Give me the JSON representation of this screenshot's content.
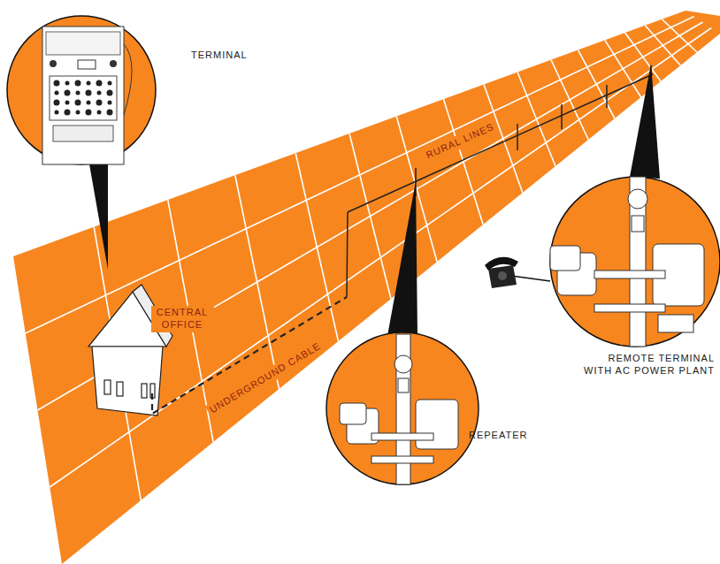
{
  "diagram": {
    "labels": [
      "TERMINAL",
      "CENTRAL OFFICE",
      "UNDERGROUND CABLE",
      "RURAL LINES",
      "REPEATER",
      "REMOTE TERMINAL WITH AC POWER PLANT"
    ]
  }
}
